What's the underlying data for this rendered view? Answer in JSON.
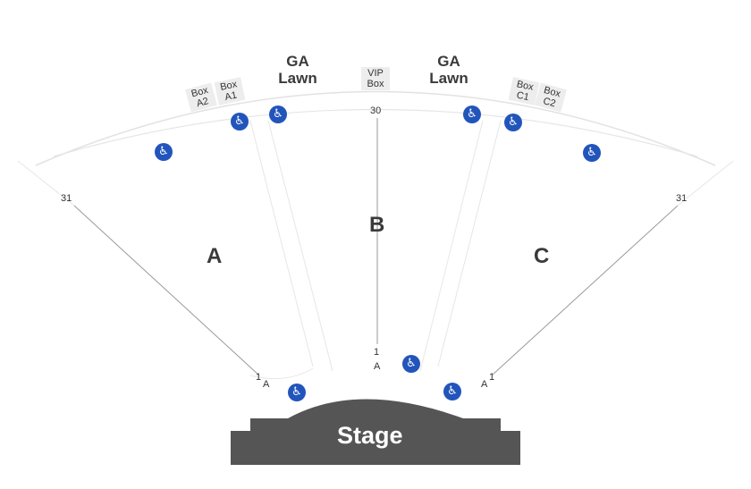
{
  "sections": {
    "a": "A",
    "b": "B",
    "c": "C"
  },
  "ga_lawn_left": [
    "GA",
    "Lawn"
  ],
  "ga_lawn_right": [
    "GA",
    "Lawn"
  ],
  "vip_box": [
    "VIP",
    "Box"
  ],
  "boxes": {
    "a2": [
      "Box",
      "A2"
    ],
    "a1": [
      "Box",
      "A1"
    ],
    "c1": [
      "Box",
      "C1"
    ],
    "c2": [
      "Box",
      "C2"
    ]
  },
  "rows": {
    "left_31": "31",
    "right_31": "31",
    "center_30": "30",
    "center_1": "1",
    "center_a": "A",
    "left_1": "1",
    "left_a": "A",
    "right_1": "1",
    "right_a": "A"
  },
  "stage": "Stage",
  "accessibility_icon": "wheelchair-icon",
  "colors": {
    "accessible": "#2255bb",
    "stage": "#555555",
    "lines": "#888888"
  }
}
